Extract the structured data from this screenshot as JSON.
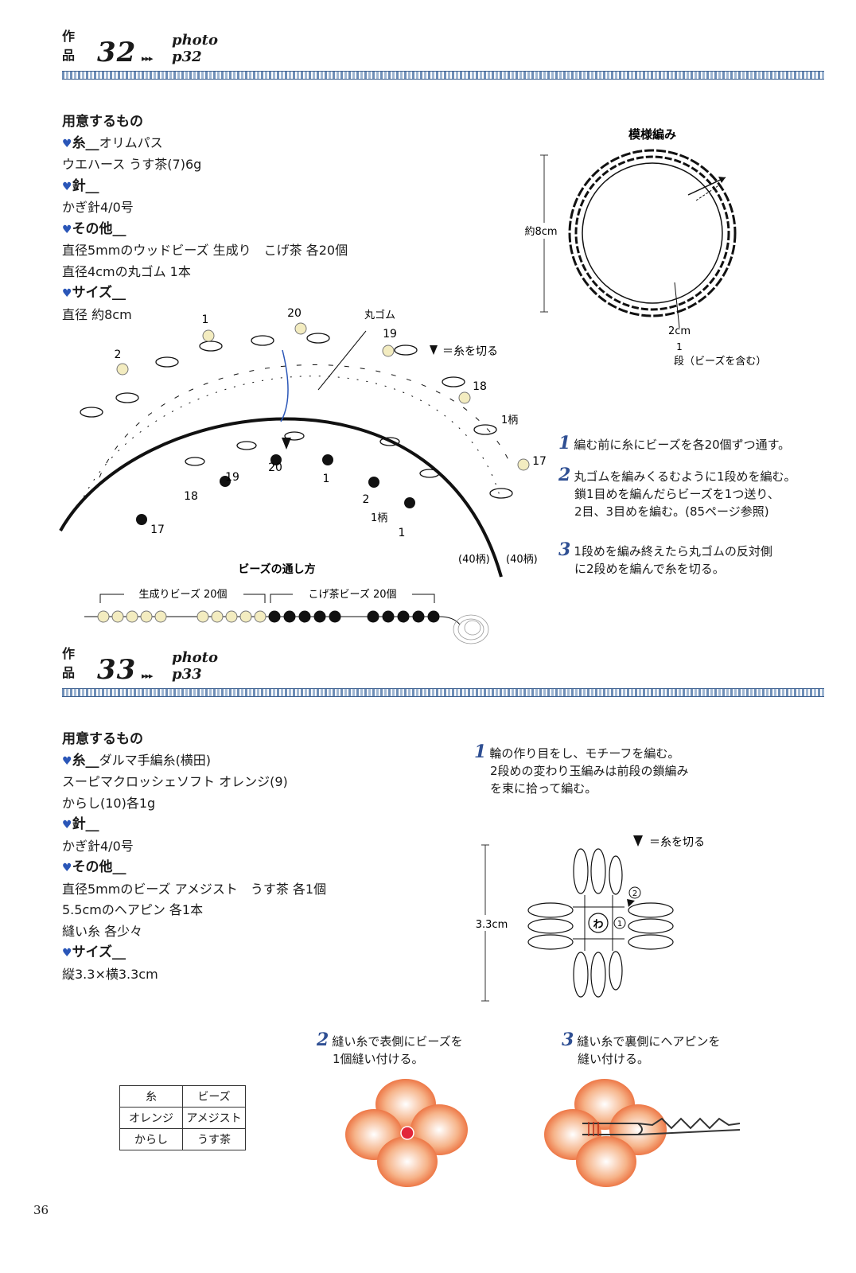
{
  "work32": {
    "label": "作品",
    "num": "32",
    "arrows": "▸▸▸",
    "photo": "photo p32",
    "materials": {
      "heading": "用意するもの",
      "yarn_key": "糸__",
      "yarn_value": "オリムパス",
      "yarn_detail": "ウエハース うす茶(7)6g",
      "needle_key": "針__",
      "needle_value": "かぎ針4/0号",
      "other_key": "その他__",
      "other_line1": "直径5mmのウッドビーズ 生成り　こげ茶 各20個",
      "other_line2": "直径4cmの丸ゴム 1本",
      "size_key": "サイズ__",
      "size_value": "直径 約8cm"
    },
    "diagram": {
      "pattern_title": "模様編み",
      "diameter": "約8cm",
      "width": "2cm",
      "row_note": "段（ビーズを含む）",
      "row_num": "1",
      "elastic": "丸ゴム",
      "cut_mark": "＝糸を切る",
      "one_repeat": "1柄",
      "repeat40a": "(40柄)",
      "repeat40b": "(40柄)",
      "bead_labels": [
        "1",
        "2",
        "17",
        "18",
        "19",
        "20"
      ],
      "threading_title": "ビーズの通し方",
      "natural_beads": "生成りビーズ 20個",
      "brown_beads": "こげ茶ビーズ 20個"
    },
    "steps": [
      {
        "num": "1",
        "lines": [
          "編む前に糸にビーズを各20個ずつ通す。"
        ]
      },
      {
        "num": "2",
        "lines": [
          "丸ゴムを編みくるむように1段めを編む。",
          "鎖1目めを編んだらビーズを1つ送り、",
          "2目、3目めを編む。(85ページ参照)"
        ]
      },
      {
        "num": "3",
        "lines": [
          "1段めを編み終えたら丸ゴムの反対側",
          "に2段めを編んで糸を切る。"
        ]
      }
    ]
  },
  "work33": {
    "label": "作品",
    "num": "33",
    "arrows": "▸▸▸",
    "photo": "photo p33",
    "materials": {
      "heading": "用意するもの",
      "yarn_key": "糸__",
      "yarn_value": "ダルマ手編糸(横田)",
      "yarn_detail1": "スーピマクロッシェソフト オレンジ(9)",
      "yarn_detail2": "からし(10)各1g",
      "needle_key": "針__",
      "needle_value": "かぎ針4/0号",
      "other_key": "その他__",
      "other_line1": "直径5mmのビーズ アメジスト　うす茶 各1個",
      "other_line2": "5.5cmのヘアピン 各1本",
      "other_line3": "縫い糸 各少々",
      "size_key": "サイズ__",
      "size_value": "縦3.3×横3.3cm"
    },
    "diagram": {
      "cut_mark": "＝糸を切る",
      "size": "3.3cm",
      "ring": "わ"
    },
    "steps": [
      {
        "num": "1",
        "lines": [
          "輪の作り目をし、モチーフを編む。",
          "2段めの変わり玉編みは前段の鎖編み",
          "を束に拾って編む。"
        ]
      },
      {
        "num": "2",
        "lines": [
          "縫い糸で表側にビーズを",
          "1個縫い付ける。"
        ]
      },
      {
        "num": "3",
        "lines": [
          "縫い糸で裏側にヘアピンを",
          "縫い付ける。"
        ]
      }
    ],
    "color_table": {
      "headers": [
        "糸",
        "ビーズ"
      ],
      "rows": [
        [
          "オレンジ",
          "アメジスト"
        ],
        [
          "からし",
          "うす茶"
        ]
      ]
    }
  },
  "page_number": "36"
}
